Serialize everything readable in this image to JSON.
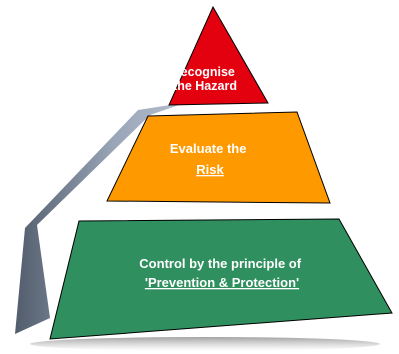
{
  "pyramid": {
    "tiers": [
      {
        "id": "top",
        "lines": [
          "Recognise",
          "the Hazard"
        ],
        "underline_line": null,
        "color": "#e3000f",
        "side_color": "#5f6f86"
      },
      {
        "id": "middle",
        "lines": [
          "Evaluate the",
          "Risk"
        ],
        "underline_line": 1,
        "color": "#ff9900",
        "side_color": "#56657b"
      },
      {
        "id": "bottom",
        "lines": [
          "Control by the principle of",
          "'Prevention & Protection'"
        ],
        "underline_line": 1,
        "color": "#2f8f5f",
        "side_color": "#4e5c70"
      }
    ],
    "outline_color": "#000000",
    "text_color": "#ffffff"
  }
}
